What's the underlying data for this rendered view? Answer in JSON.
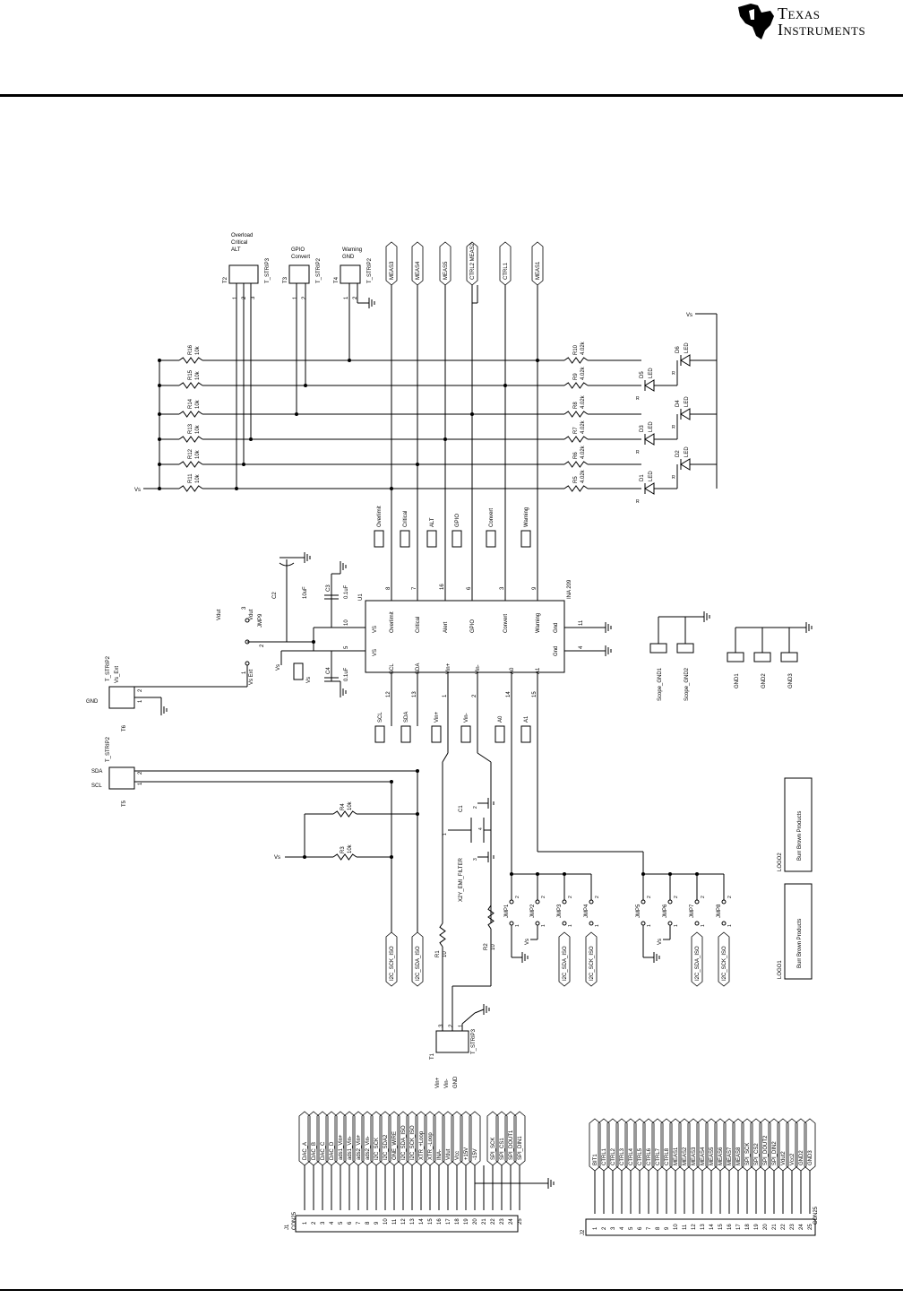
{
  "header": {
    "brand_line1": "Texas",
    "brand_line2": "Instruments"
  },
  "diagram": {
    "top_connectors": [
      {
        "ref": "T2",
        "part": "T_STRIP3",
        "signals": [
          "Overload",
          "Critical",
          "ALT"
        ],
        "pins": [
          "1",
          "2",
          "3"
        ]
      },
      {
        "ref": "T3",
        "part": "T_STRIP2",
        "signals": [
          "GPIO",
          "Convert"
        ],
        "pins": [
          "1",
          "2"
        ]
      },
      {
        "ref": "T4",
        "part": "T_STRIP2",
        "signals": [
          "Warning",
          "GND"
        ],
        "pins": [
          "1",
          "2"
        ]
      }
    ],
    "bus_labels": [
      "MEAS3",
      "MEAS4",
      "MEAS5",
      "CTRL2 MEAS2",
      "CTRL1",
      "MEAS1"
    ],
    "pullups": [
      {
        "ref": "R11",
        "value": "10k"
      },
      {
        "ref": "R12",
        "value": "10k"
      },
      {
        "ref": "R13",
        "value": "10k"
      },
      {
        "ref": "R14",
        "value": "10k"
      },
      {
        "ref": "R15",
        "value": "10k"
      },
      {
        "ref": "R16",
        "value": "10k"
      }
    ],
    "led_resistors": [
      {
        "ref": "R5",
        "value": "4.02k"
      },
      {
        "ref": "R6",
        "value": "4.02k"
      },
      {
        "ref": "R7",
        "value": "4.02k"
      },
      {
        "ref": "R8",
        "value": "4.02k"
      },
      {
        "ref": "R9",
        "value": "4.02k"
      },
      {
        "ref": "R10",
        "value": "4.02k"
      }
    ],
    "leds": [
      "D1",
      "D2",
      "D3",
      "D4",
      "D5",
      "D6"
    ],
    "led_label": "LED",
    "vs_label": "Vs",
    "testpoints": [
      "Overlimit",
      "Critical",
      "ALT",
      "GPIO",
      "Convert",
      "Warning"
    ],
    "ic": {
      "ref": "U1",
      "part": "INA 209",
      "top_pins": [
        {
          "name": "Overlimit",
          "num": "8"
        },
        {
          "name": "Critical",
          "num": "7"
        },
        {
          "name": "Alert",
          "num": "16"
        },
        {
          "name": "GPIO",
          "num": "6"
        },
        {
          "name": "Convert",
          "num": "3"
        },
        {
          "name": "Warning",
          "num": "9"
        }
      ],
      "bottom_pins": [
        {
          "name": "SCL",
          "num": "12"
        },
        {
          "name": "SDA",
          "num": "13"
        },
        {
          "name": "Vin+",
          "num": "1"
        },
        {
          "name": "Vin-",
          "num": "2"
        },
        {
          "name": "A0",
          "num": "14"
        },
        {
          "name": "A1",
          "num": "15"
        }
      ],
      "left_pins": [
        {
          "name": "VS",
          "num": "10"
        },
        {
          "name": "VS",
          "num": "5"
        }
      ],
      "right_pins": [
        {
          "name": "Gnd",
          "num": "11"
        },
        {
          "name": "Gnd",
          "num": "4"
        }
      ]
    },
    "caps": [
      {
        "ref": "C2",
        "value": "10uF"
      },
      {
        "ref": "C3",
        "value": "0.1uF"
      },
      {
        "ref": "C4",
        "value": "0.1uF"
      }
    ],
    "jumper9": {
      "ref": "JMP9",
      "labels": [
        "Vs Ext",
        "Vdut",
        "Vdut"
      ],
      "pins": [
        "1",
        "2",
        "3"
      ]
    },
    "t6": {
      "ref": "T6",
      "part": "T_STRIP2",
      "signals": [
        "GND",
        "Vs_Ext"
      ],
      "pins": [
        "1",
        "2"
      ]
    },
    "t5": {
      "ref": "T5",
      "part": "T_STRIP2",
      "signals": [
        "SCL",
        "SDA"
      ],
      "pins": [
        "1",
        "2"
      ]
    },
    "bottom_testpoints": [
      "SCL",
      "SDA",
      "Vin+",
      "Vin-",
      "A0",
      "A1"
    ],
    "scope_grounds": [
      "Scope_GND1",
      "Scope_GND2"
    ],
    "grounds": [
      "GND1",
      "GND2",
      "GND3"
    ],
    "i2c_pullups": [
      {
        "ref": "R4",
        "value": "10k"
      },
      {
        "ref": "R3",
        "value": "10k"
      }
    ],
    "filter": {
      "ref": "C1",
      "part": "X2Y_EMI_FILTER",
      "pins": [
        "1",
        "2",
        "3",
        "4"
      ]
    },
    "series_r": [
      {
        "ref": "R1",
        "value": "10"
      },
      {
        "ref": "R2",
        "value": "10"
      }
    ],
    "t1": {
      "ref": "T1",
      "part": "T_STRIP3",
      "signals": [
        "Vin+",
        "Vin-",
        "GND"
      ],
      "pins": [
        "3",
        "2",
        "1"
      ]
    },
    "iso_labels": [
      "I2C_SCK_ISO",
      "I2C_SDA_ISO"
    ],
    "jumpers_a0": [
      "JMP1",
      "JMP2",
      "JMP3",
      "JMP4"
    ],
    "jumpers_a1": [
      "JMP5",
      "JMP6",
      "JMP7",
      "JMP8"
    ],
    "jumper_iso_labels": [
      "I2C_SDA_ISO",
      "I2C_SCK_ISO"
    ],
    "logos": [
      {
        "ref": "LOGO1",
        "text": "Burr Brown Products"
      },
      {
        "ref": "LOGO2",
        "text": "Burr Brown Products"
      }
    ],
    "j1": {
      "ref": "J1",
      "part": "CON25",
      "pins": [
        "1",
        "2",
        "3",
        "4",
        "5",
        "6",
        "7",
        "8",
        "9",
        "10",
        "11",
        "12",
        "13",
        "14",
        "15",
        "16",
        "17",
        "18",
        "19",
        "20",
        "21",
        "22",
        "23",
        "24",
        "25"
      ],
      "signals": [
        "DAC_A",
        "DAC_B",
        "DAC_C",
        "DAC_D",
        "ads1_Vin+",
        "ads1_Vin-",
        "ads2_Vin+",
        "ads2_Vin-",
        "I2C_SCK",
        "I2C_SDA2",
        "ONE_WIRE",
        "I2C_SDA_ISO",
        "I2C_SCK_ISO",
        "XTR_+Loop",
        "XTR_-Loop",
        "INA-",
        "Vdut",
        "Vcc",
        "+15V",
        "-15V",
        "",
        "SPI_SCK",
        "SPI_CS1",
        "SPI_DOUT1",
        "SPI_DIN1"
      ]
    },
    "j2": {
      "ref": "J2",
      "part": "CON25",
      "pins": [
        "1",
        "2",
        "3",
        "4",
        "5",
        "6",
        "7",
        "8",
        "9",
        "10",
        "11",
        "12",
        "13",
        "14",
        "15",
        "16",
        "17",
        "18",
        "19",
        "20",
        "21",
        "22",
        "23",
        "24",
        "25"
      ],
      "signals": [
        "BIT1",
        "CTRL1",
        "CTRL2",
        "CTRL3",
        "CTRL4",
        "CTRL5",
        "CTRL6",
        "CTRL7",
        "CTRL8",
        "MEAS1",
        "MEAS2",
        "MEAS3",
        "MEAS4",
        "MEAS5",
        "MEAS6",
        "MEAS7",
        "MEAS8",
        "SPI_SCK",
        "SPI_CS2",
        "SPI_DOUT2",
        "SPI_DIN2",
        "Vdut2",
        "Vcc2",
        "GND2",
        "GND3"
      ]
    }
  }
}
